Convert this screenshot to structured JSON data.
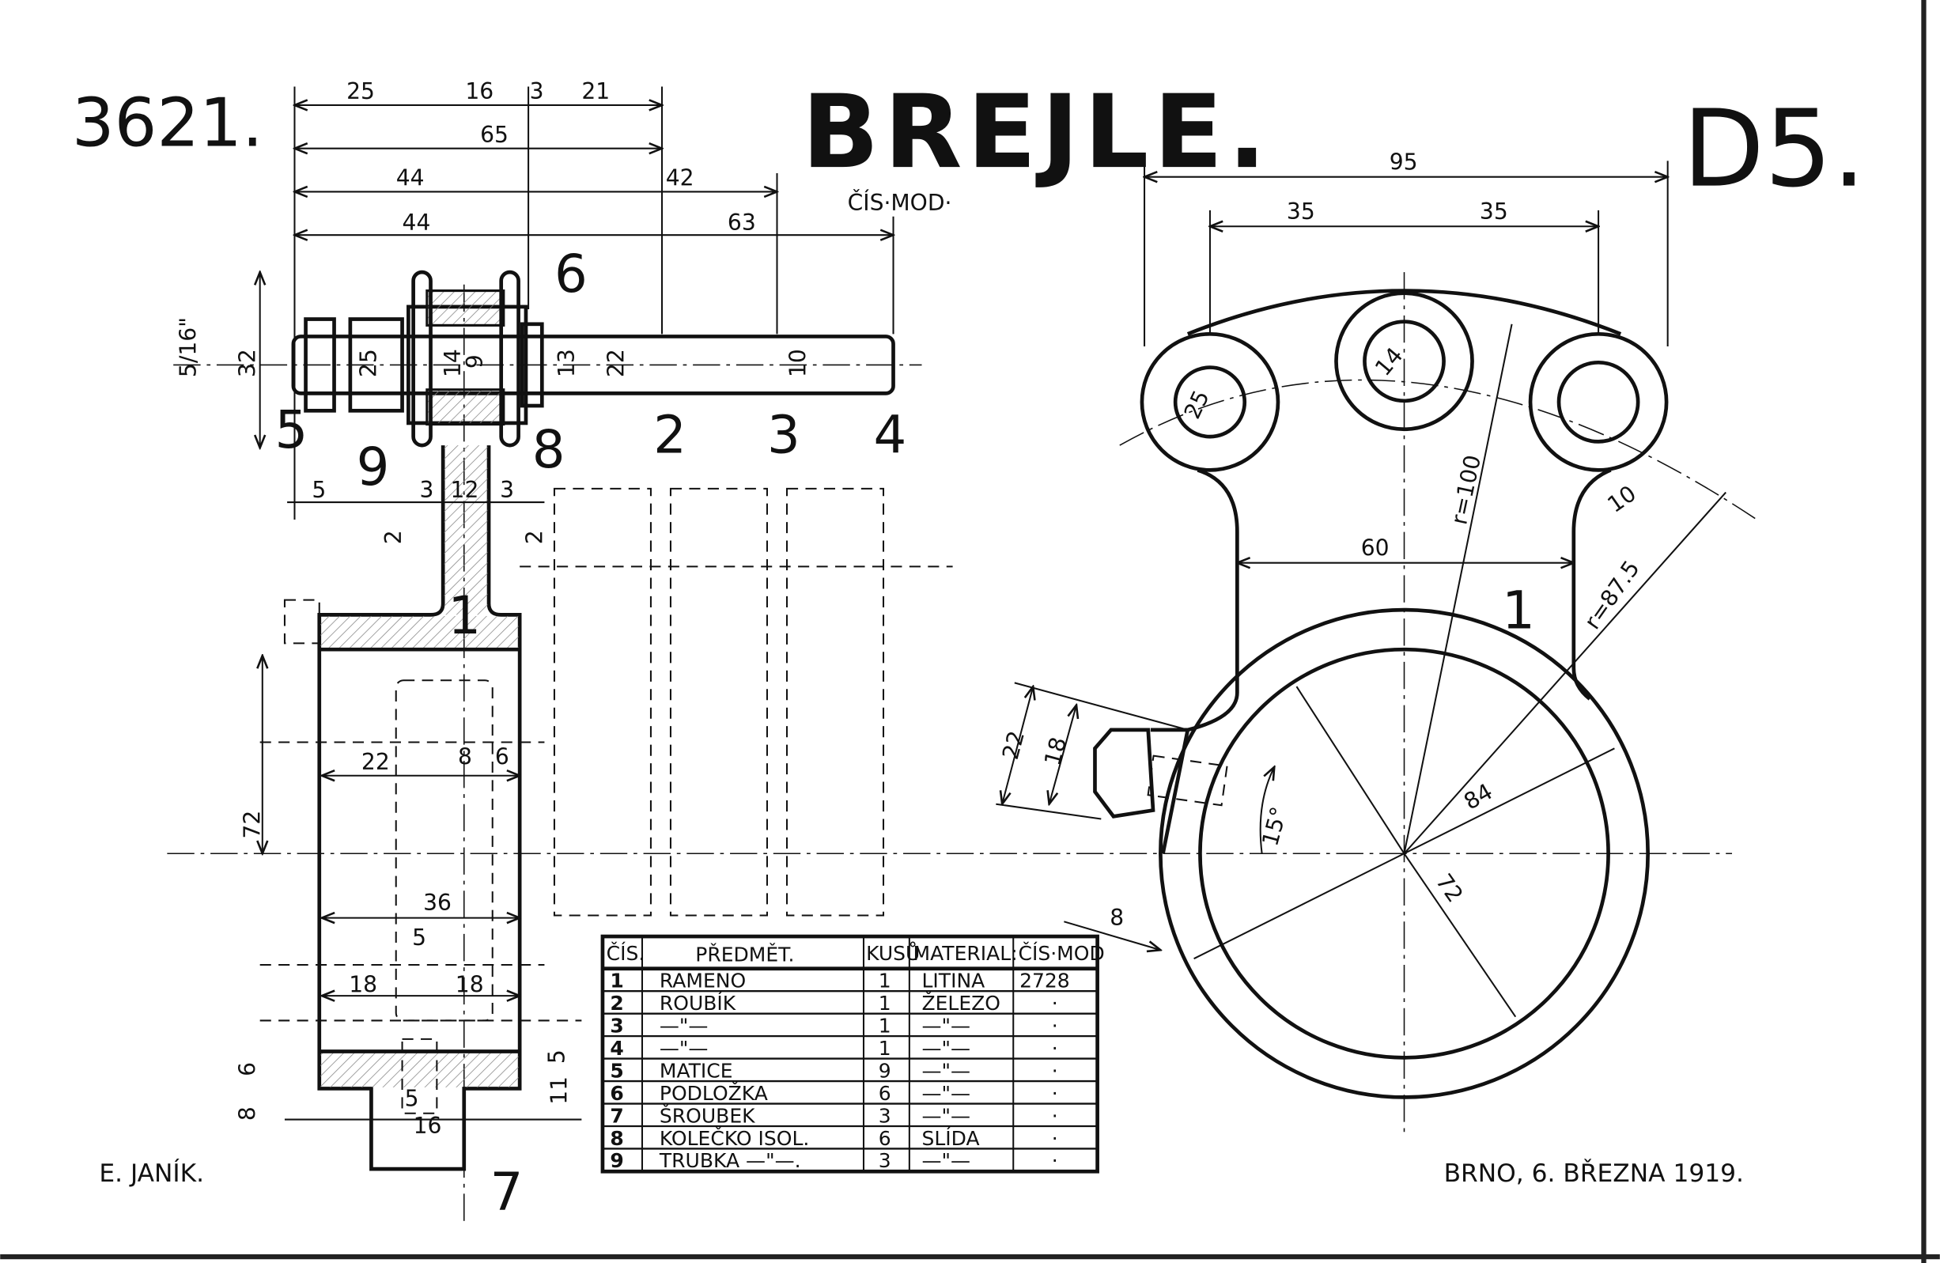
{
  "sheet": {
    "number": "3621.",
    "title": "BREJLE.",
    "model_label": "ČÍS·MOD·",
    "format": "D5.",
    "author": "E. JANÍK.",
    "place_date": "BRNO, 6. BŘEZNA 1919."
  },
  "dims_left": [
    "25",
    "16",
    "3",
    "21",
    "65",
    "44",
    "42",
    "44",
    "63",
    "5/16\"",
    "32",
    "25",
    "14",
    "9",
    "13",
    "22",
    "10",
    "5",
    "3",
    "12",
    "3",
    "2",
    "2",
    "22",
    "8",
    "6",
    "72",
    "36",
    "5",
    "18",
    "18",
    "5",
    "6",
    "8",
    "11",
    "5",
    "16"
  ],
  "part_numbers": [
    "6",
    "5",
    "9",
    "8",
    "2",
    "3",
    "4",
    "1",
    "7",
    "1"
  ],
  "dims_right": [
    "95",
    "35",
    "35",
    "14",
    "25",
    "r=100",
    "10",
    "60",
    "r=87.5",
    "22",
    "18",
    "15°",
    "84",
    "72",
    "8"
  ],
  "table": {
    "headers": [
      "ČÍS.",
      "PŘEDMĚT.",
      "KUSŮ",
      "MATERIAL:",
      "ČÍS·MOD"
    ],
    "rows": [
      [
        "1",
        "RAMENO",
        "1",
        "LITINA",
        "2728"
      ],
      [
        "2",
        "ROUBÍK",
        "1",
        "ŽELEZO",
        "·"
      ],
      [
        "3",
        "—\"—",
        "1",
        "—\"—",
        "·"
      ],
      [
        "4",
        "—\"—",
        "1",
        "—\"—",
        "·"
      ],
      [
        "5",
        "MATICE",
        "9",
        "—\"—",
        "·"
      ],
      [
        "6",
        "PODLOŽKA",
        "6",
        "—\"—",
        "·"
      ],
      [
        "7",
        "ŠROUBEK",
        "3",
        "—\"—",
        "·"
      ],
      [
        "8",
        "KOLEČKO ISOL.",
        "6",
        "SLÍDA",
        "·"
      ],
      [
        "9",
        "TRUBKA —\"—.",
        "3",
        "—\"—",
        "·"
      ]
    ]
  }
}
